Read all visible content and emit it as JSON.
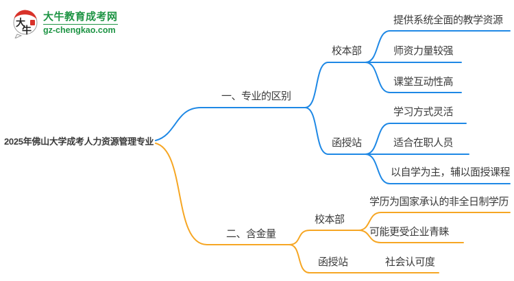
{
  "colors": {
    "branch1": "#1E88E5",
    "branch2": "#F6A623",
    "text": "#3A3A3A",
    "brand_green": "#1E9444",
    "seal_red": "#D8322A"
  },
  "logo": {
    "title": "大牛教育成考网",
    "domain": "gz-chengkao.com",
    "icon_char_top": "大",
    "icon_char_bottom": "牛"
  },
  "mindmap": {
    "root": {
      "label": "2025年佛山大学成考人力资源管理专业"
    },
    "branches": [
      {
        "label": "一、专业的区别",
        "children": [
          {
            "label": "校本部",
            "children": [
              "提供系统全面的教学资源",
              "师资力量较强",
              "课堂互动性高"
            ]
          },
          {
            "label": "函授站",
            "children": [
              "学习方式灵活",
              "适合在职人员",
              "以自学为主，辅以面授课程"
            ]
          }
        ]
      },
      {
        "label": "二、含金量",
        "children": [
          {
            "label": "校本部",
            "children": [
              "学历为国家承认的非全日制学历",
              "可能更受企业青睐"
            ]
          },
          {
            "label": "函授站",
            "children": [
              "社会认可度"
            ]
          }
        ]
      }
    ]
  }
}
